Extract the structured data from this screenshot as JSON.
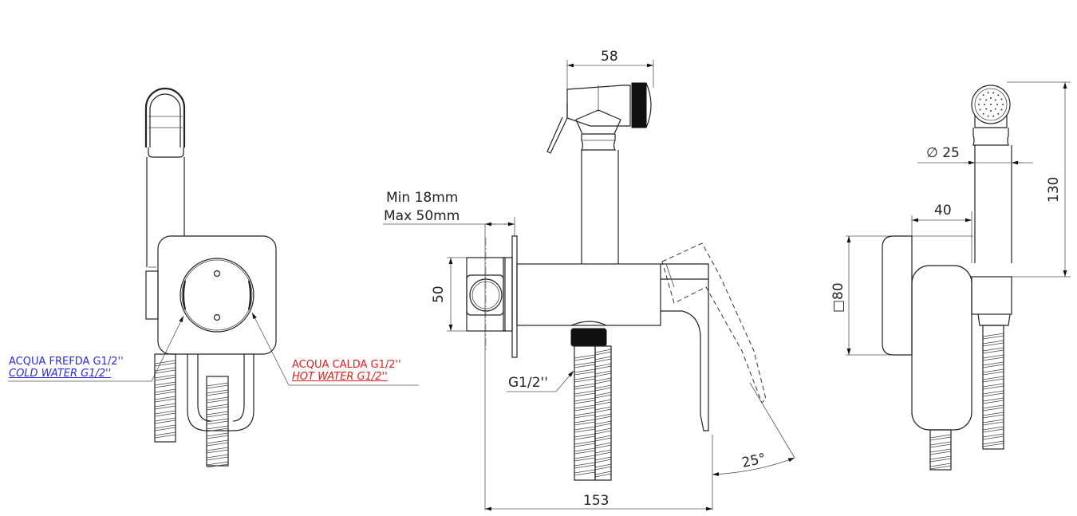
{
  "drawing": {
    "type": "technical-drawing",
    "subject": "concealed bidet shower mixer with hand spray",
    "views": [
      "front",
      "side",
      "right"
    ]
  },
  "front_view": {
    "cold_label_it": "ACQUA FREFDA G1/2''",
    "cold_label_en": "COLD WATER G1/2''",
    "hot_label_it": "ACQUA CALDA G1/2''",
    "hot_label_en": "HOT WATER G1/2''",
    "colors": {
      "cold": "#2b2bd9",
      "hot": "#e0201d"
    }
  },
  "side_view": {
    "spray_width": "58",
    "wall_depth_min": "Min 18mm",
    "wall_depth_max": "Max 50mm",
    "body_height": "50",
    "inlet_thread": "G1/2''",
    "lever_angle": "25°",
    "overall_length": "153"
  },
  "right_view": {
    "hose_diameter": "∅ 25",
    "projection": "40",
    "plate_size": "□80",
    "total_height": "130"
  }
}
